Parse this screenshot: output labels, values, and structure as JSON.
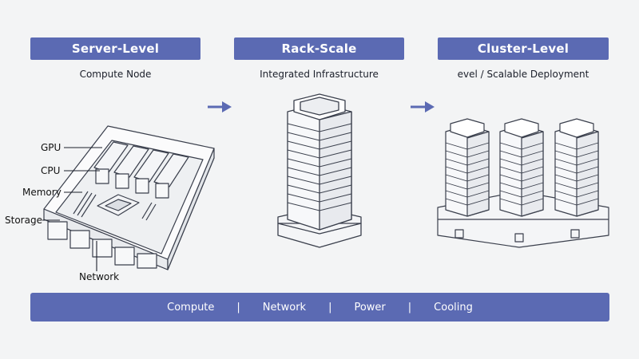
{
  "stages": [
    {
      "title": "Server-Level",
      "subtitle": "Compute Node"
    },
    {
      "title": "Rack-Scale",
      "subtitle": "Integrated Infrastructure"
    },
    {
      "title": "Cluster-Level",
      "subtitle": "evel / Scalable Deployment"
    }
  ],
  "server_labels": {
    "gpu": "GPU",
    "cpu": "CPU",
    "memory": "Memory",
    "storage": "Storage",
    "network": "Network"
  },
  "bottom_bar": {
    "items": [
      "Compute",
      "Network",
      "Power",
      "Cooling"
    ],
    "separator": "|"
  },
  "colors": {
    "accent": "#5b6ab3",
    "background": "#f3f4f5",
    "line": "#3a3f4c"
  },
  "icons": [
    "arrow-right-icon",
    "server-board-icon",
    "rack-tower-icon",
    "cluster-icon"
  ]
}
